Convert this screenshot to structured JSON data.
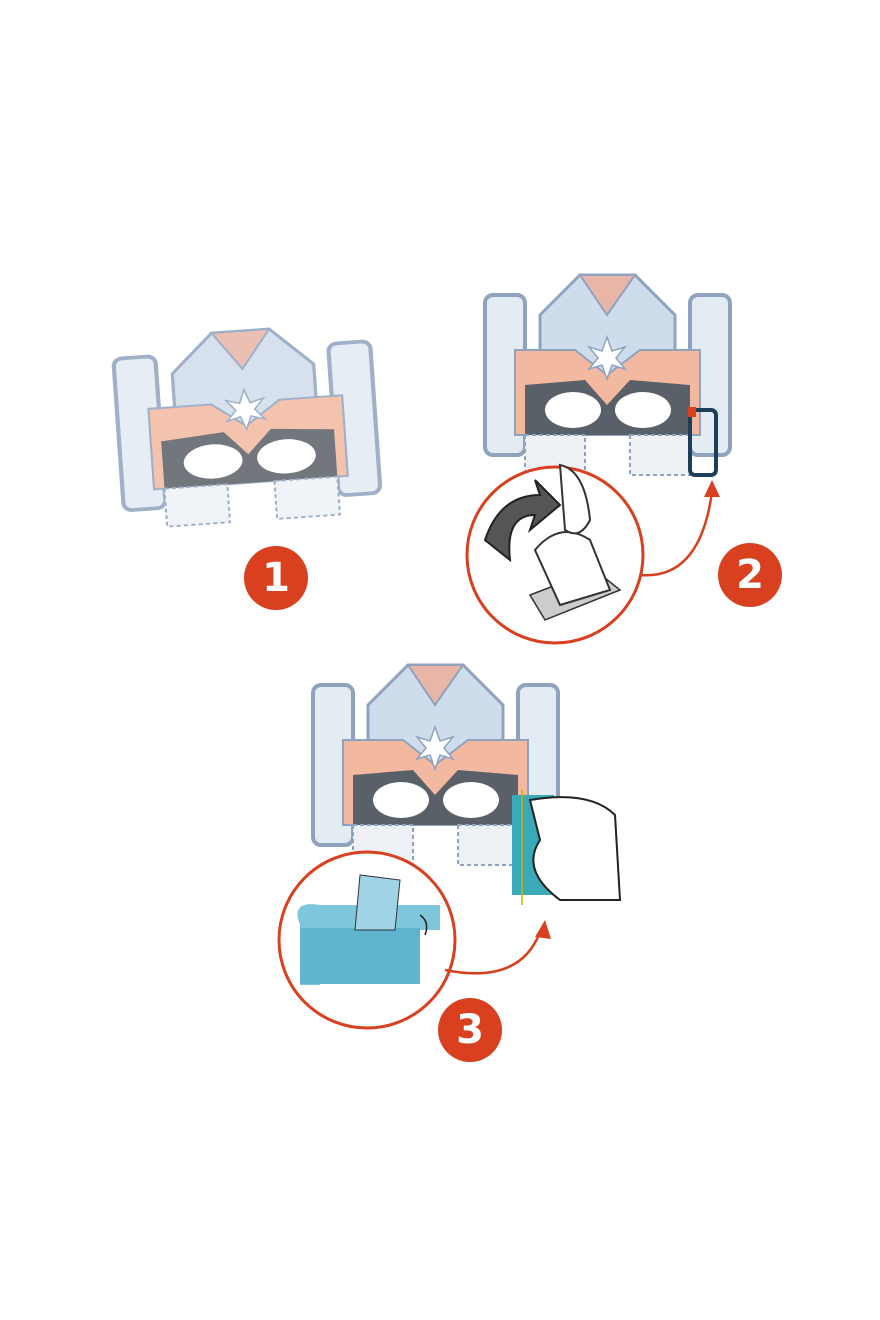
{
  "steps": [
    {
      "number": "1"
    },
    {
      "number": "2"
    },
    {
      "number": "3"
    }
  ],
  "colors": {
    "badge": "#d9401f",
    "mask_outline": "#8fa3bf",
    "mask_fill": "#e3ebf3",
    "accent_orange": "#f3b9a0",
    "glitter": "#3aa9b8"
  }
}
